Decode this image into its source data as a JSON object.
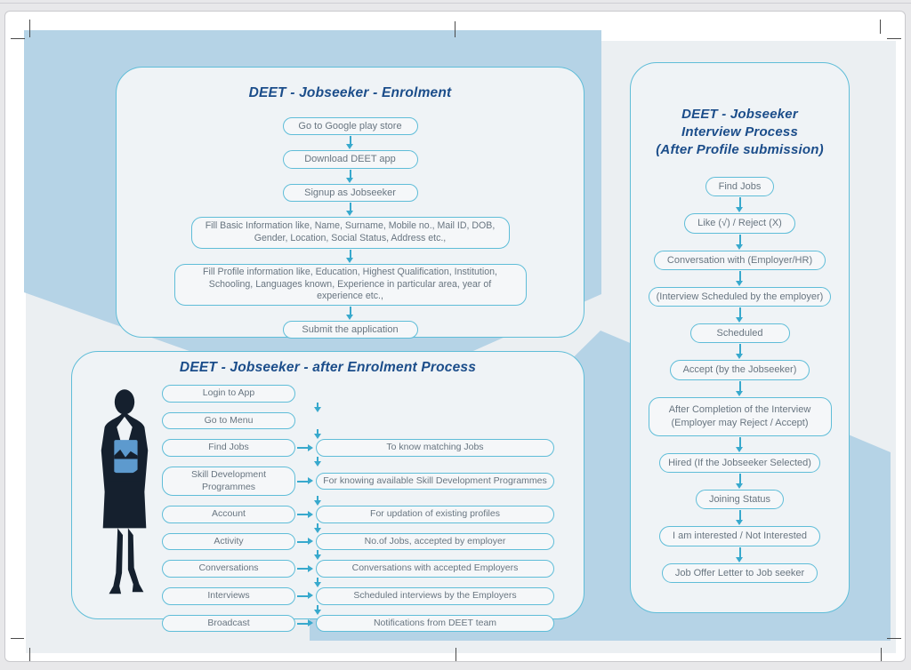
{
  "colors": {
    "accent": "#5fbdd8",
    "blue": "#b5d3e6",
    "navy": "#1b4d8a",
    "arrow": "#38a9cd"
  },
  "enrolment": {
    "title": "DEET - Jobseeker - Enrolment",
    "steps": [
      "Go to Google play store",
      "Download DEET app",
      "Signup as Jobseeker",
      "Fill Basic Information like, Name, Surname, Mobile no., Mail ID, DOB, Gender, Location, Social Status, Address etc.,",
      "Fill Profile information like, Education, Highest Qualification, Institution, Schooling, Languages known, Experience in particular area, year of experience etc.,",
      "Submit the application"
    ]
  },
  "after_enrolment": {
    "title": "DEET - Jobseeker - after Enrolment  Process",
    "rows": [
      {
        "left": "Login to App"
      },
      {
        "left": "Go to Menu"
      },
      {
        "left": "Find Jobs",
        "right": "To know matching Jobs"
      },
      {
        "left": "Skill Development Programmes",
        "right": "For knowing available Skill Development Programmes"
      },
      {
        "left": "Account",
        "right": "For updation of existing profiles"
      },
      {
        "left": "Activity",
        "right": "No.of Jobs, accepted by employer"
      },
      {
        "left": "Conversations",
        "right": "Conversations with accepted Employers"
      },
      {
        "left": "Interviews",
        "right": "Scheduled interviews by the Employers"
      },
      {
        "left": "Broadcast",
        "right": "Notifications from DEET team"
      }
    ]
  },
  "interview": {
    "title_line1": "DEET - Jobseeker",
    "title_line2": "Interview Process",
    "title_line3": "(After Profile submission)",
    "steps": [
      "Find Jobs",
      "Like (√) / Reject (X)",
      "Conversation with (Employer/HR)",
      "(Interview Scheduled by the employer)",
      "Scheduled",
      "Accept (by the Jobseeker)",
      "After Completion of the Interview (Employer may Reject / Accept)",
      "Hired (If the Jobseeker Selected)",
      "Joining Status",
      "I am interested / Not Interested",
      "Job Offer Letter to Job seeker"
    ]
  }
}
